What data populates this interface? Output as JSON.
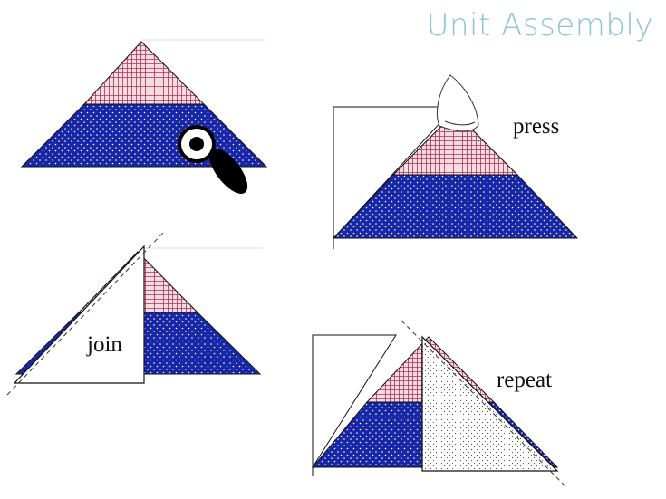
{
  "title": "Unit Assembly",
  "colors": {
    "title": "#8fc4d2",
    "navy": "#1727a6",
    "pink": "#f3dde4",
    "plaid": "#b2304f",
    "outline": "#111111"
  },
  "icons": {
    "cutter": "rotary-cutter-icon",
    "iron": "iron-icon"
  },
  "steps": [
    {
      "id": "cut",
      "label": ""
    },
    {
      "id": "press",
      "label": "press"
    },
    {
      "id": "join",
      "label": "join"
    },
    {
      "id": "repeat",
      "label": "repeat"
    }
  ]
}
